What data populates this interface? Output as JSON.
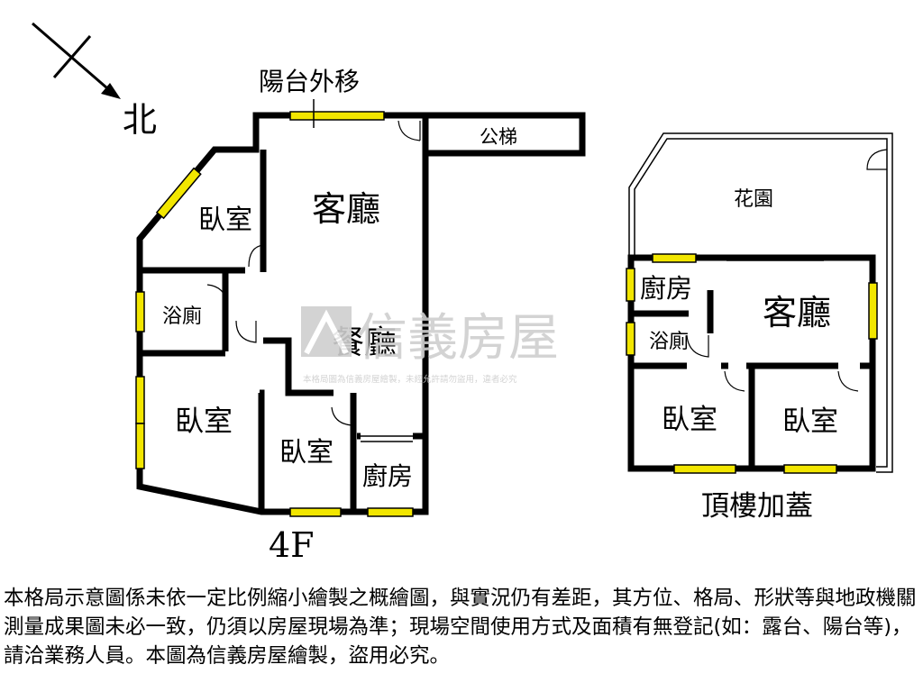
{
  "compass": {
    "label": "北"
  },
  "floor_4f": {
    "floor_label": "4F",
    "balcony_note": "陽台外移",
    "rooms": {
      "bedroom_nw": "臥室",
      "living": "客廳",
      "bath": "浴廁",
      "dining": "餐廳",
      "bedroom_w": "臥室",
      "bedroom_s": "臥室",
      "kitchen": "廚房",
      "elevator": "公梯"
    }
  },
  "rooftop": {
    "title": "頂樓加蓋",
    "rooms": {
      "garden": "花園",
      "kitchen": "廚房",
      "living": "客廳",
      "bath": "浴廁",
      "bedroom_left": "臥室",
      "bedroom_right": "臥室"
    }
  },
  "watermark": {
    "brand": "信義房屋",
    "notice": "本格局圖為信義房屋繪製，未經允許請勿盜用，違者必究"
  },
  "disclaimer": "本格局示意圖係未依一定比例縮小繪製之概繪圖，與實況仍有差距，其方位、格局、形狀等與地政機關測量成果圖未必一致，仍須以房屋現場為準；現場空間使用方式及面積有無登記(如：露台、陽台等)，請洽業務人員。本圖為信義房屋繪製，盜用必究。",
  "colors": {
    "window": "#f2e600",
    "wall": "#000000",
    "watermark": "#cfcfcf"
  }
}
